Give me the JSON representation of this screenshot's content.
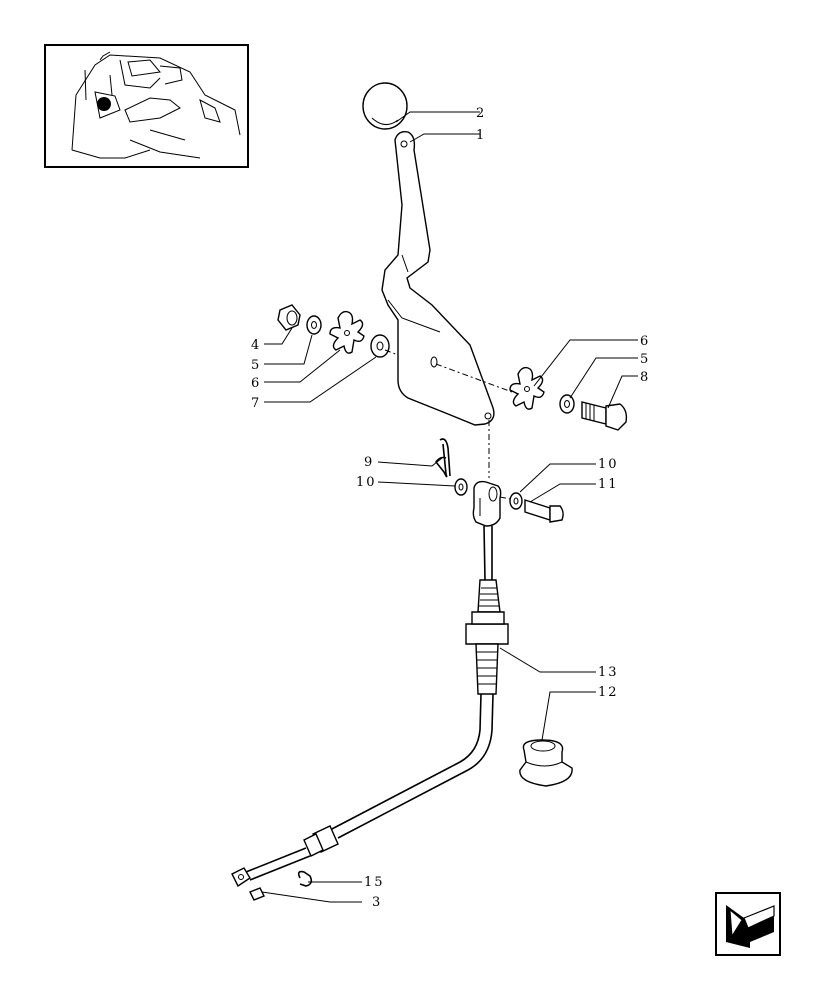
{
  "callouts": {
    "c1": "1",
    "c2": "2",
    "c3": "3",
    "c4": "4",
    "c5_left": "5",
    "c5_right": "5",
    "c6_left": "6",
    "c6_right": "6",
    "c7": "7",
    "c8": "8",
    "c9": "9",
    "c10_left": "10",
    "c10_right": "10",
    "c11": "11",
    "c12": "12",
    "c13": "13",
    "c15": "15"
  },
  "icons": {
    "location_thumbnail": "tractor-cab-location-icon",
    "navigation": "previous-page-arrow-icon"
  }
}
